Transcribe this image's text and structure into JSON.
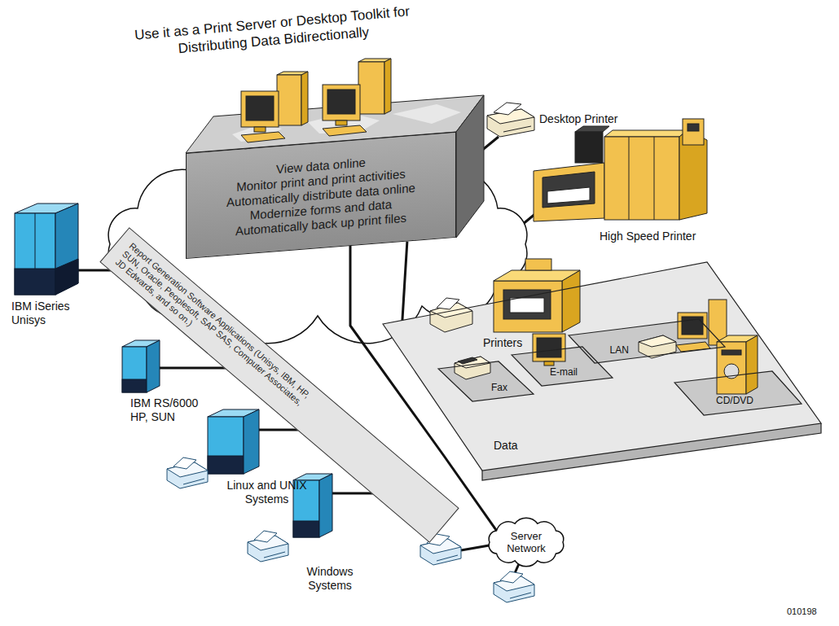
{
  "diagram": {
    "title": "Use it as a Print Server or Desktop Toolkit for Distributing Data Bidirectionally",
    "nodes": [
      {
        "text": [
          "View data online",
          "Monitor print and print activities",
          "Automatically distribute data online",
          "Modernize forms and data",
          "Automatically back up print files"
        ]
      },
      {
        "text": [
          "Report Generation Software Applications (Unisys, IBM, HP, SUN, Oracle, Peoplesoft, SAP SAS, Computer Associates, JD Edwards, and so on.)"
        ]
      },
      {
        "text": [
          "Data"
        ]
      },
      {
        "text": [
          "Fax"
        ],
        "in": 2
      },
      {
        "text": [
          "E-mail"
        ],
        "in": 2
      },
      {
        "text": [
          "LAN"
        ],
        "in": 2
      },
      {
        "text": [
          "CD/DVD"
        ],
        "in": 2
      },
      {
        "text": [
          "Server Network"
        ]
      }
    ],
    "edges": [
      {
        "from": 2,
        "to": 0,
        "arrow": "none"
      },
      {
        "from": 7,
        "to": 0,
        "arrow": "none"
      }
    ],
    "labels": [
      "Desktop Printer",
      "High Speed Printer",
      "IBM iSeries Unisys",
      "IBM RS/6000 HP, SUN",
      "Linux and UNIX Systems",
      "Windows Systems",
      "Printers",
      "010198"
    ]
  }
}
